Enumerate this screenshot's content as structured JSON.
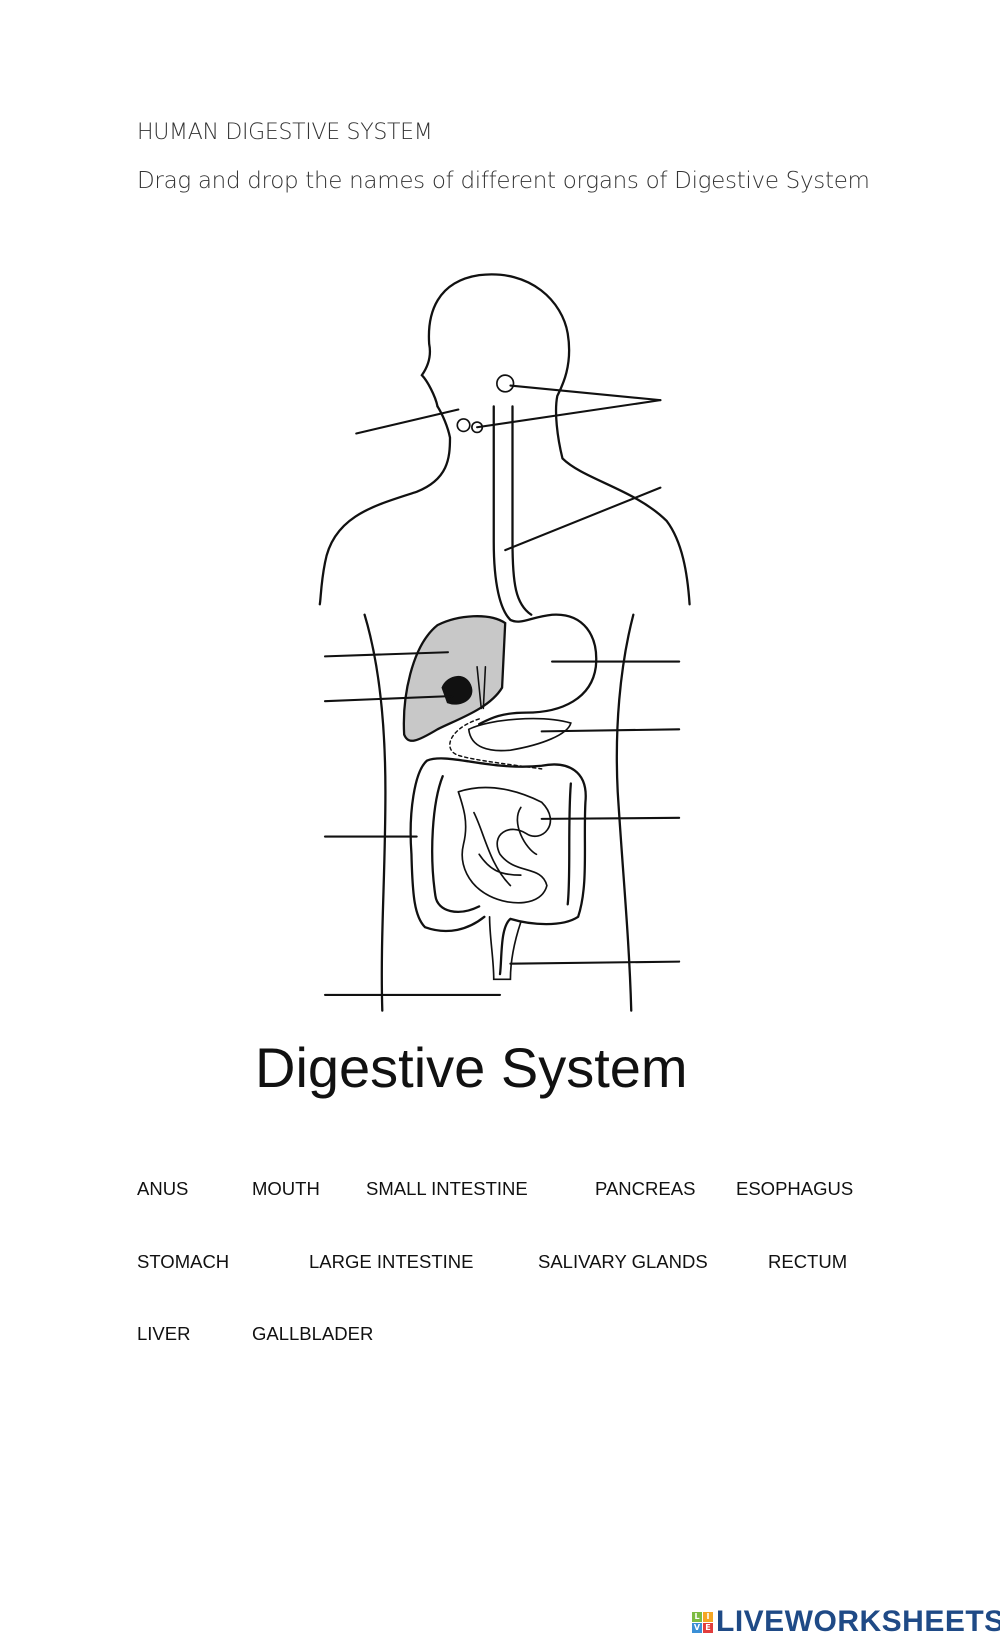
{
  "header": {
    "title": "HUMAN DIGESTIVE SYSTEM",
    "instructions": "Drag and drop the names of different organs of Digestive System"
  },
  "diagram": {
    "caption": "Digestive System"
  },
  "word_bank": [
    "ANUS",
    "MOUTH",
    "SMALL INTESTINE",
    "PANCREAS",
    "ESOPHAGUS",
    "STOMACH",
    "LARGE INTESTINE",
    "SALIVARY GLANDS",
    "RECTUM",
    "LIVER",
    "GALLBLADER"
  ],
  "footer": {
    "logo_text": "LIVEWORKSHEETS",
    "logo_blocks": [
      "L",
      "I",
      "V",
      "E"
    ],
    "logo_color": "#1f4a86"
  }
}
